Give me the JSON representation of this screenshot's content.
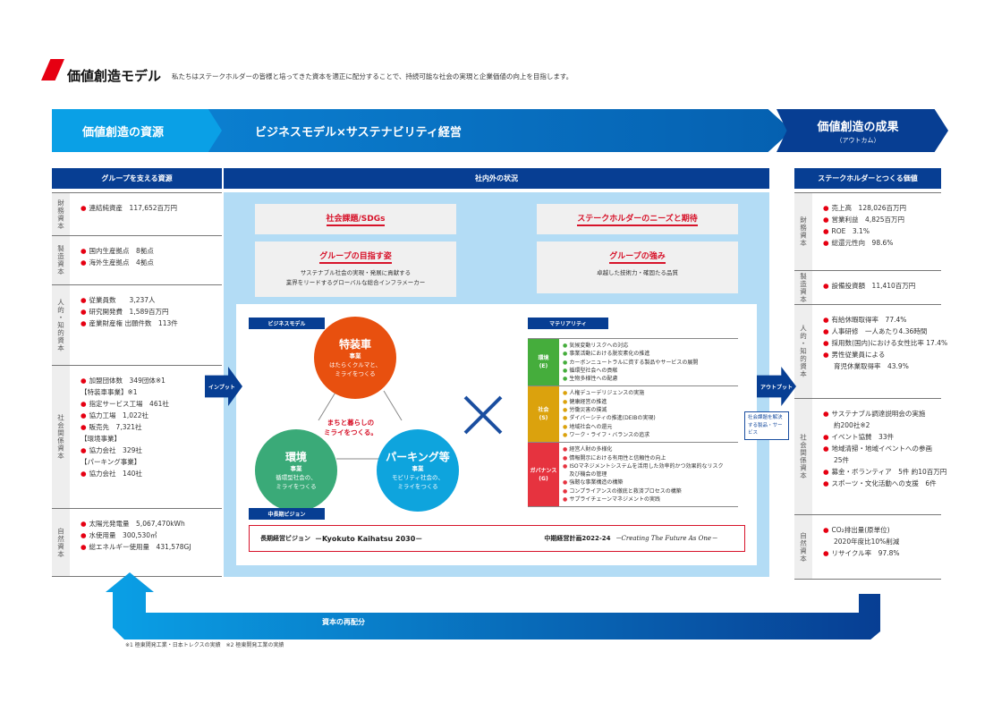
{
  "header": {
    "title": "価値創造モデル",
    "subtitle": "私たちはステークホルダーの皆様と培ってきた資本を適正に配分することで、持続可能な社会の実現と企業価値の向上を目指します。"
  },
  "banner": {
    "resources": "価値創造の資源",
    "business": "ビジネスモデル×サステナビリティ経営",
    "outcome": "価値創造の成果",
    "outcome_sub": "（アウトカム）"
  },
  "left": {
    "heading": "グループを支える資源",
    "rows": [
      {
        "label": "財務資本",
        "items": [
          {
            "t": "連結純資産　117,652百万円",
            "dot": true
          }
        ]
      },
      {
        "label": "製造資本",
        "items": [
          {
            "t": "国内生産拠点　8拠点",
            "dot": true
          },
          {
            "t": "海外生産拠点　4拠点",
            "dot": true
          }
        ]
      },
      {
        "label": "人的・知的資本",
        "items": [
          {
            "t": "従業員数　　3,237人",
            "dot": true
          },
          {
            "t": "研究開発費　1,589百万円",
            "dot": true
          },
          {
            "t": "産業財産権 出願件数　113件",
            "dot": true
          }
        ]
      },
      {
        "label": "社会関係資本",
        "items": [
          {
            "t": "加盟団体数　349団体※1",
            "dot": true
          },
          {
            "t": "【特装車事業】※1",
            "dot": false
          },
          {
            "t": "指定サービス工場　461社",
            "dot": true
          },
          {
            "t": "協力工場　1,022社",
            "dot": true
          },
          {
            "t": "販売先　7,321社",
            "dot": true
          },
          {
            "t": "【環境事業】",
            "dot": false
          },
          {
            "t": "協力会社　329社",
            "dot": true
          },
          {
            "t": "【パーキング事業】",
            "dot": false
          },
          {
            "t": "協力会社　140社",
            "dot": true
          }
        ]
      },
      {
        "label": "自然資本",
        "items": [
          {
            "t": "太陽光発電量　5,067,470kWh",
            "dot": true
          },
          {
            "t": "水使用量　300,530㎥",
            "dot": true
          },
          {
            "t": "総エネルギー使用量　431,578GJ",
            "dot": true
          }
        ]
      }
    ]
  },
  "center": {
    "heading": "社内外の状況",
    "box1": {
      "title": "社会課題/SDGs"
    },
    "box2": {
      "title": "グループの目指す姿",
      "line1": "サステナブル社会の実現・発展に貢献する",
      "line2": "業界をリードするグローバルな総合インフラメーカー"
    },
    "box3": {
      "title": "ステークホルダーのニーズと期待"
    },
    "box4": {
      "title": "グループの強み",
      "line1": "卓越した技術力・確固たる品質"
    },
    "input_label": "インプット",
    "output_label": "アウトプット",
    "solution": "社会課題を解決する製品・サービス",
    "business_model": {
      "tag": "ビジネスモデル",
      "center_line1": "まちと暮らしの",
      "center_line2": "ミライをつくる。",
      "circles": [
        {
          "name": "特装車",
          "sub": "事業",
          "line1": "はたらくクルマと、",
          "line2": "ミライをつくる",
          "color": "#e8500f"
        },
        {
          "name": "環境",
          "sub": "事業",
          "line1": "循環型社会の、",
          "line2": "ミライをつくる",
          "color": "#3aaa78"
        },
        {
          "name": "パーキング等",
          "sub": "事業",
          "line1": "モビリティ社会の、",
          "line2": "ミライをつくる",
          "color": "#0ea4dd"
        }
      ]
    },
    "cross": "×",
    "materiality": {
      "tag": "マテリアリティ",
      "groups": [
        {
          "label": "環境\n(E)",
          "color": "#45ad3c",
          "items": [
            "気候変動リスクへの対応",
            "事業活動における脱炭素化の推進",
            "カーボンニュートラルに資する製品やサービスの展開",
            "循環型社会への貢献",
            "生物多様性への配慮"
          ]
        },
        {
          "label": "社会\n(S)",
          "color": "#dba20d",
          "items": [
            "人権デューデリジェンスの実施",
            "健康経営の推進",
            "労働災害の撲滅",
            "ダイバーシティの推進(DEIBの実現)",
            "地域社会への還元",
            "ワーク・ライフ・バランスの追求"
          ]
        },
        {
          "label": "ガバナンス\n(G)",
          "color": "#e6333f",
          "items": [
            "経営人財の多様化",
            "情報開示における有用性と信頼性の向上",
            "ISOマネジメントシステムを活用した効率的かつ効果的なリスク",
            "及び機会の管理",
            "強靭な事業構造の構築",
            "コンプライアンスの徹底と救済プロセスの構築",
            "サプライチェーンマネジメントの実践"
          ]
        }
      ]
    },
    "vision": {
      "tag": "中長期ビジョン",
      "long_label": "長期経営ビジョン",
      "long_value": "－Kyokuto Kaihatsu 2030－",
      "mid_label": "中期経営計画2022-24",
      "mid_value": "－Creating The Future As One－"
    }
  },
  "right": {
    "heading": "ステークホルダーとつくる価値",
    "rows": [
      {
        "label": "財務資本",
        "items": [
          {
            "t": "売上高　128,026百万円",
            "dot": true
          },
          {
            "t": "営業利益　4,825百万円",
            "dot": true
          },
          {
            "t": "ROE　3.1%",
            "dot": true
          },
          {
            "t": "総還元性向　98.6%",
            "dot": true
          }
        ]
      },
      {
        "label": "製造資本",
        "items": [
          {
            "t": "設備投資額　11,410百万円",
            "dot": true
          }
        ]
      },
      {
        "label": "人的・知的資本",
        "items": [
          {
            "t": "有給休暇取得率　77.4%",
            "dot": true
          },
          {
            "t": "人事研修　一人あたり4.36時間",
            "dot": true
          },
          {
            "t": "採用数(国内)における女性比率 17.4%",
            "dot": true
          },
          {
            "t": "男性従業員による",
            "dot": true
          },
          {
            "t": "育児休業取得率　43.9%",
            "dot": false
          }
        ]
      },
      {
        "label": "社会関係資本",
        "items": [
          {
            "t": "サステナブル調達説明会の実施",
            "dot": true
          },
          {
            "t": "約200社※2",
            "dot": false
          },
          {
            "t": "イベント協賛　33件",
            "dot": true
          },
          {
            "t": "地域清掃・地域イベントへの参画",
            "dot": true
          },
          {
            "t": "25件",
            "dot": false
          },
          {
            "t": "募金・ボランティア　5件 約10百万円",
            "dot": true
          },
          {
            "t": "スポーツ・文化活動への支援　6件",
            "dot": true
          }
        ]
      },
      {
        "label": "自然資本",
        "items": [
          {
            "t": "CO₂排出量(原単位)",
            "dot": true
          },
          {
            "t": "2020年度比10%削減",
            "dot": false
          },
          {
            "t": "リサイクル率　97.8%",
            "dot": true
          }
        ]
      }
    ]
  },
  "reallocation": "資本の再配分",
  "footnote": "※1 極東開発工業・日本トレクスの実績　※2 極東開発工業の実績"
}
